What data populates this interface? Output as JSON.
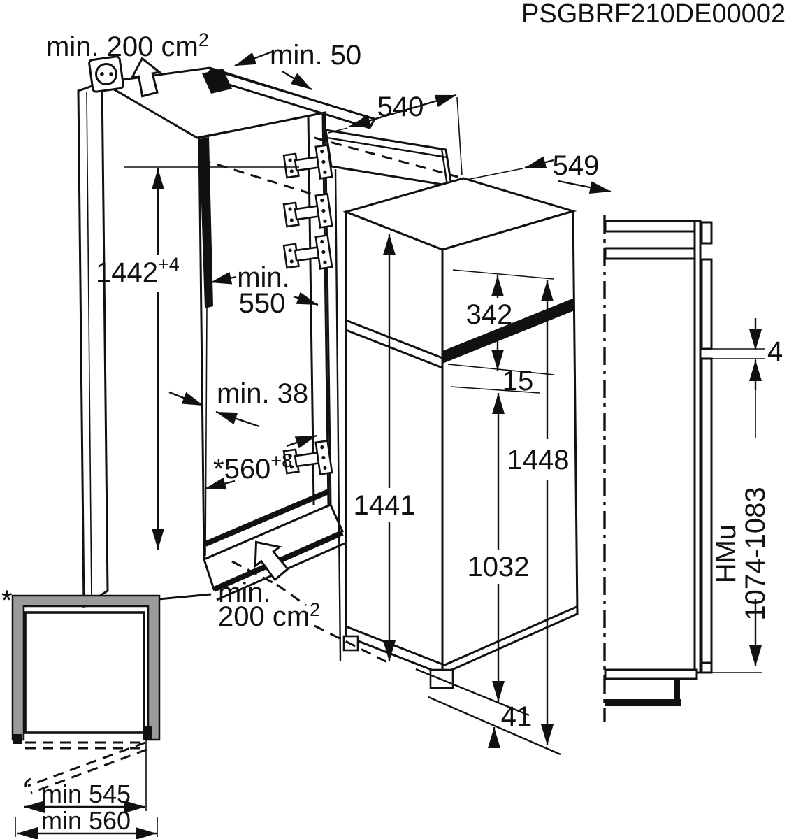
{
  "part_code": "PSGBRF210DE00002",
  "colors": {
    "line": "#111111",
    "background": "#ffffff",
    "wall_fill": "#9b9b9b"
  },
  "installation_view": {
    "top_vent": {
      "text": "min. 200 cm",
      "sup": "2"
    },
    "rear_gap": "min. 50",
    "niche_height": {
      "value": "1442",
      "tolerance": "+4"
    },
    "niche_depth": {
      "prefix": "min.",
      "value": "550"
    },
    "wall_clearance": "min. 38",
    "niche_width": {
      "value": "*560",
      "tolerance": "+8"
    },
    "door_depth": "540",
    "appliance_depth": "549",
    "freezer_door_height": "342",
    "door_gap": "15",
    "appliance_height": "1441",
    "overall_height": "1448",
    "lower_door_height": "1032",
    "plinth_clearance": "41",
    "bottom_vent": {
      "prefix": "min.",
      "text": "200 cm",
      "sup": "2"
    }
  },
  "section_view": {
    "door_joint_gap": "4",
    "furniture_door_code": "HMu",
    "furniture_door_height": "1074-1083"
  },
  "top_view": {
    "footnote_marker": "*",
    "clear_width": "min 545",
    "niche_width": "min 560"
  },
  "icons": {
    "socket": "power-socket-icon",
    "top_airflow": "up-arrow-icon",
    "bottom_airflow": "up-arrow-icon"
  }
}
